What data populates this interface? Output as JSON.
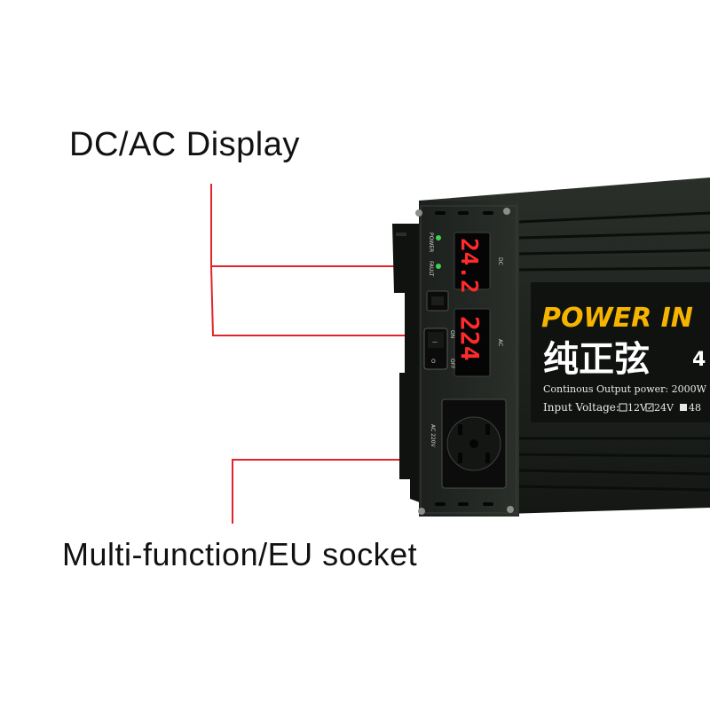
{
  "callouts": {
    "display": "DC/AC Display",
    "socket": "Multi-function/EU socket"
  },
  "panel": {
    "led_power": "POWER",
    "led_fault": "FAULT",
    "dc_label": "DC",
    "ac_label": "AC",
    "switch_on": "ON",
    "switch_off": "OFF",
    "socket_label": "AC 220V",
    "dc_reading": "24.2",
    "ac_reading": "224"
  },
  "label": {
    "brand": "POWER IN",
    "chinese": "纯正弦",
    "chinese_extra": "4",
    "continuous": "Continous Output power: 2000W",
    "input_voltage": "Input Voltage:",
    "opt_12": "12V",
    "opt_24": "24V",
    "opt_48": "48"
  },
  "colors": {
    "leader_line": "#e0242a",
    "display_digits": "#ff2a2a",
    "brand_text": "#f5b400",
    "led_green": "#39d353"
  },
  "icons": [
    "power-led",
    "fault-led",
    "rocker-switch",
    "rj45-port",
    "universal-socket",
    "screw"
  ]
}
